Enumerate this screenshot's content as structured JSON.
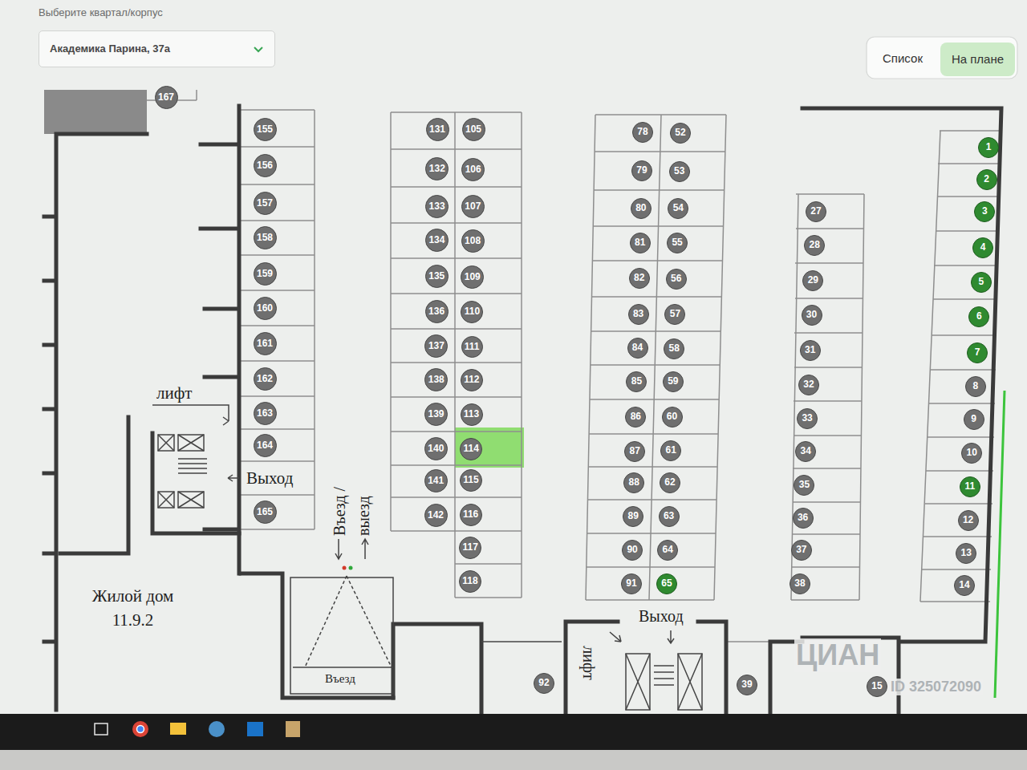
{
  "diagram": {
    "nodes": [
      {
        "text": [
          "Академика Парина, 37а"
        ]
      },
      {
        "text": [
          "Список"
        ]
      },
      {
        "text": [
          "На плане"
        ]
      },
      {
        "text": [
          "167"
        ]
      },
      {
        "text": [
          "155"
        ]
      },
      {
        "text": [
          "156"
        ]
      },
      {
        "text": [
          "157"
        ]
      },
      {
        "text": [
          "158"
        ]
      },
      {
        "text": [
          "159"
        ]
      },
      {
        "text": [
          "160"
        ]
      },
      {
        "text": [
          "161"
        ]
      },
      {
        "text": [
          "162"
        ]
      },
      {
        "text": [
          "163"
        ]
      },
      {
        "text": [
          "164"
        ]
      },
      {
        "text": [
          "165"
        ]
      },
      {
        "text": [
          "131"
        ]
      },
      {
        "text": [
          "132"
        ]
      },
      {
        "text": [
          "133"
        ]
      },
      {
        "text": [
          "134"
        ]
      },
      {
        "text": [
          "135"
        ]
      },
      {
        "text": [
          "136"
        ]
      },
      {
        "text": [
          "137"
        ]
      },
      {
        "text": [
          "138"
        ]
      },
      {
        "text": [
          "139"
        ]
      },
      {
        "text": [
          "140"
        ]
      },
      {
        "text": [
          "141"
        ]
      },
      {
        "text": [
          "142"
        ]
      },
      {
        "text": [
          "105"
        ]
      },
      {
        "text": [
          "106"
        ]
      },
      {
        "text": [
          "107"
        ]
      },
      {
        "text": [
          "108"
        ]
      },
      {
        "text": [
          "109"
        ]
      },
      {
        "text": [
          "110"
        ]
      },
      {
        "text": [
          "111"
        ]
      },
      {
        "text": [
          "112"
        ]
      },
      {
        "text": [
          "113"
        ]
      },
      {
        "text": [
          "114"
        ]
      },
      {
        "text": [
          "115"
        ]
      },
      {
        "text": [
          "116"
        ]
      },
      {
        "text": [
          "117"
        ]
      },
      {
        "text": [
          "118"
        ]
      },
      {
        "text": [
          "78"
        ]
      },
      {
        "text": [
          "79"
        ]
      },
      {
        "text": [
          "80"
        ]
      },
      {
        "text": [
          "81"
        ]
      },
      {
        "text": [
          "82"
        ]
      },
      {
        "text": [
          "83"
        ]
      },
      {
        "text": [
          "84"
        ]
      },
      {
        "text": [
          "85"
        ]
      },
      {
        "text": [
          "86"
        ]
      },
      {
        "text": [
          "87"
        ]
      },
      {
        "text": [
          "88"
        ]
      },
      {
        "text": [
          "89"
        ]
      },
      {
        "text": [
          "90"
        ]
      },
      {
        "text": [
          "91"
        ]
      },
      {
        "text": [
          "52"
        ]
      },
      {
        "text": [
          "53"
        ]
      },
      {
        "text": [
          "54"
        ]
      },
      {
        "text": [
          "55"
        ]
      },
      {
        "text": [
          "56"
        ]
      },
      {
        "text": [
          "57"
        ]
      },
      {
        "text": [
          "58"
        ]
      },
      {
        "text": [
          "59"
        ]
      },
      {
        "text": [
          "60"
        ]
      },
      {
        "text": [
          "61"
        ]
      },
      {
        "text": [
          "62"
        ]
      },
      {
        "text": [
          "63"
        ]
      },
      {
        "text": [
          "64"
        ]
      },
      {
        "text": [
          "65"
        ]
      },
      {
        "text": [
          "27"
        ]
      },
      {
        "text": [
          "28"
        ]
      },
      {
        "text": [
          "29"
        ]
      },
      {
        "text": [
          "30"
        ]
      },
      {
        "text": [
          "31"
        ]
      },
      {
        "text": [
          "32"
        ]
      },
      {
        "text": [
          "33"
        ]
      },
      {
        "text": [
          "34"
        ]
      },
      {
        "text": [
          "35"
        ]
      },
      {
        "text": [
          "36"
        ]
      },
      {
        "text": [
          "37"
        ]
      },
      {
        "text": [
          "38"
        ]
      },
      {
        "text": [
          "1"
        ]
      },
      {
        "text": [
          "2"
        ]
      },
      {
        "text": [
          "3"
        ]
      },
      {
        "text": [
          "4"
        ]
      },
      {
        "text": [
          "5"
        ]
      },
      {
        "text": [
          "6"
        ]
      },
      {
        "text": [
          "7"
        ]
      },
      {
        "text": [
          "8"
        ]
      },
      {
        "text": [
          "9"
        ]
      },
      {
        "text": [
          "10"
        ]
      },
      {
        "text": [
          "11"
        ]
      },
      {
        "text": [
          "12"
        ]
      },
      {
        "text": [
          "13"
        ]
      },
      {
        "text": [
          "14"
        ]
      },
      {
        "text": [
          "92"
        ]
      },
      {
        "text": [
          "39"
        ]
      },
      {
        "text": [
          "15"
        ]
      }
    ],
    "labels": [
      "Выберите квартал/корпус",
      "лифт",
      "Выход",
      "Въезд / выезд",
      "Въезд",
      "Жилой дом 11.9.2",
      "Выход",
      "лифт",
      "ЦИАН",
      "ID 325072090"
    ]
  }
}
